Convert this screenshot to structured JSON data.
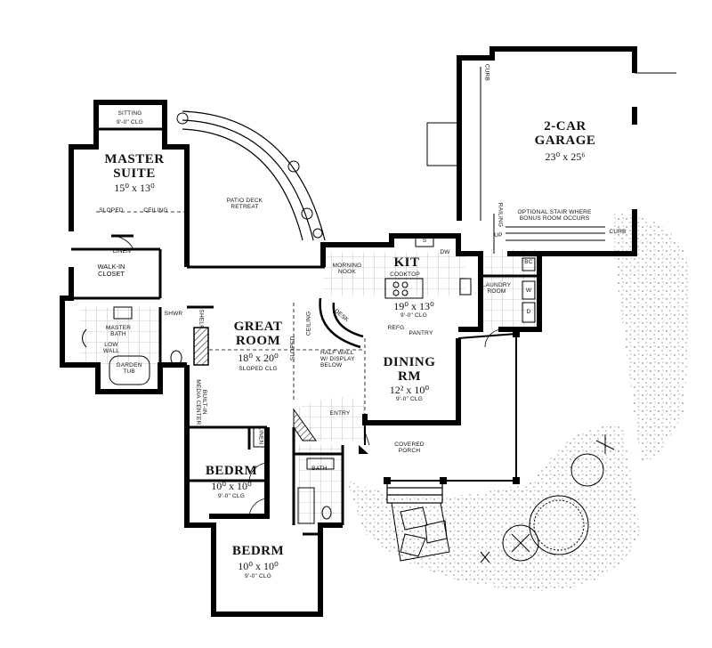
{
  "rooms": {
    "garage": {
      "name_line1": "2-CAR",
      "name_line2": "GARAGE",
      "dims": "23⁰ x 25⁶"
    },
    "master_suite": {
      "name_line1": "MASTER",
      "name_line2": "SUITE",
      "dims": "15⁰ x 13⁰"
    },
    "great_room": {
      "name_line1": "GREAT",
      "name_line2": "ROOM",
      "dims": "18⁰ x 20⁰",
      "note": "SLOPED CLG"
    },
    "kitchen": {
      "name": "KIT",
      "dims": "19⁰ x 13⁰",
      "clg": "9'-0\" CLG"
    },
    "dining": {
      "name_line1": "DINING",
      "name_line2": "RM",
      "dims": "12² x 10⁰",
      "clg": "9'-0\" CLG"
    },
    "bedroom1": {
      "name": "BEDRM",
      "dims": "10⁰ x 10⁰",
      "clg": "9'-0\" CLG"
    },
    "bedroom2": {
      "name": "BEDRM",
      "dims": "10⁰ x 10⁰",
      "clg": "9'-0\" CLG"
    }
  },
  "labels": {
    "sitting": "SITTING",
    "sitting_clg": "9'-0\" CLG",
    "sloped": "SLOPED",
    "ceiling": "CEILING",
    "patio_line1": "PATIO DECK",
    "patio_line2": "RETREAT",
    "linen": "LINEN",
    "walkin_line1": "WALK-IN",
    "walkin_line2": "CLOSET",
    "master_bath_line1": "MASTER",
    "master_bath_line2": "BATH",
    "low_wall_line1": "LOW",
    "low_wall_line2": "WALL",
    "garden_line1": "GARDEN",
    "garden_line2": "TUB",
    "shwr": "SHWR",
    "shelf": "SHELF",
    "media_line1": "BUILT-IN",
    "media_line2": "MEDIA CENTER",
    "morning_line1": "MORNING",
    "morning_line2": "NOOK",
    "cooktop": "COOKTOP",
    "desk": "DESK",
    "refg": "REFG",
    "pantry": "PANTRY",
    "dw": "DW",
    "s": "S",
    "laundry_line1": "LAUNDRY",
    "laundry_line2": "ROOM",
    "bc": "BC",
    "w": "W",
    "d": "D",
    "up": "UP",
    "railing": "RAILING",
    "stair_line1": "OPTIONAL STAIR WHERE",
    "stair_line2": "BONUS ROOM OCCURS",
    "curb": "CURB",
    "half_wall_line1": "HALF WALL",
    "half_wall_line2": "W/ DISPLAY",
    "half_wall_line3": "BELOW",
    "entry": "ENTRY",
    "covered_line1": "COVERED",
    "covered_line2": "PORCH",
    "bath": "BATH"
  }
}
